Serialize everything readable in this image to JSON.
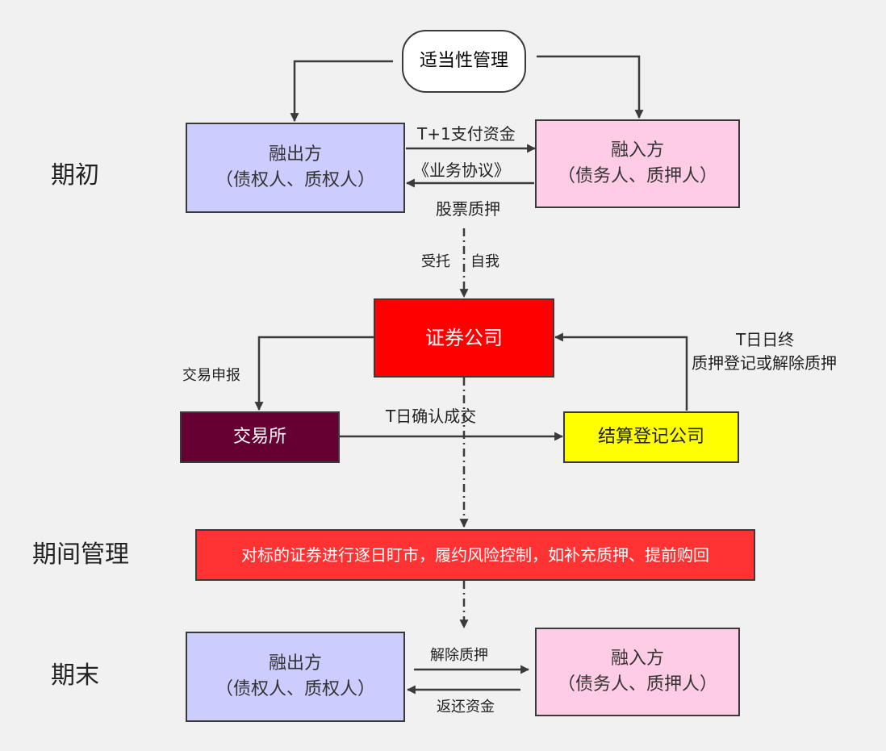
{
  "stages": {
    "initial": "期初",
    "interim": "期间管理",
    "final": "期末"
  },
  "nodes": {
    "suitability": "适当性管理",
    "lender_top": {
      "title": "融出方",
      "subtitle": "（债权人、质权人）"
    },
    "borrower_top": {
      "title": "融入方",
      "subtitle": "（债务人、质押人）"
    },
    "broker": "证券公司",
    "exchange": "交易所",
    "clearing": "结算登记公司",
    "monitor": "对标的证券进行逐日盯市，履约风险控制，如补充质押、提前购回",
    "lender_bottom": {
      "title": "融出方",
      "subtitle": "（债权人、质权人）"
    },
    "borrower_bottom": {
      "title": "融入方",
      "subtitle": "（债务人、质押人）"
    }
  },
  "edge_labels": {
    "t1_funds": "T+1支付资金",
    "agreement": "《业务协议》",
    "pledge_stock": "股票质押",
    "entrusted": "受托",
    "self": "自我",
    "trade_report": "交易申报",
    "t_confirm": "T日确认成交",
    "t_eod": "T日日终",
    "pledge_register": "质押登记或解除质押",
    "release_pledge": "解除质押",
    "return_funds": "返还资金"
  },
  "colors": {
    "background": "#f1f1f1",
    "lender": "#ccccff",
    "borrower": "#ffcce6",
    "broker": "#ff0000",
    "exchange": "#660033",
    "clearing": "#ffff00",
    "monitor": "#ff3333",
    "line": "#3a3a3a"
  }
}
